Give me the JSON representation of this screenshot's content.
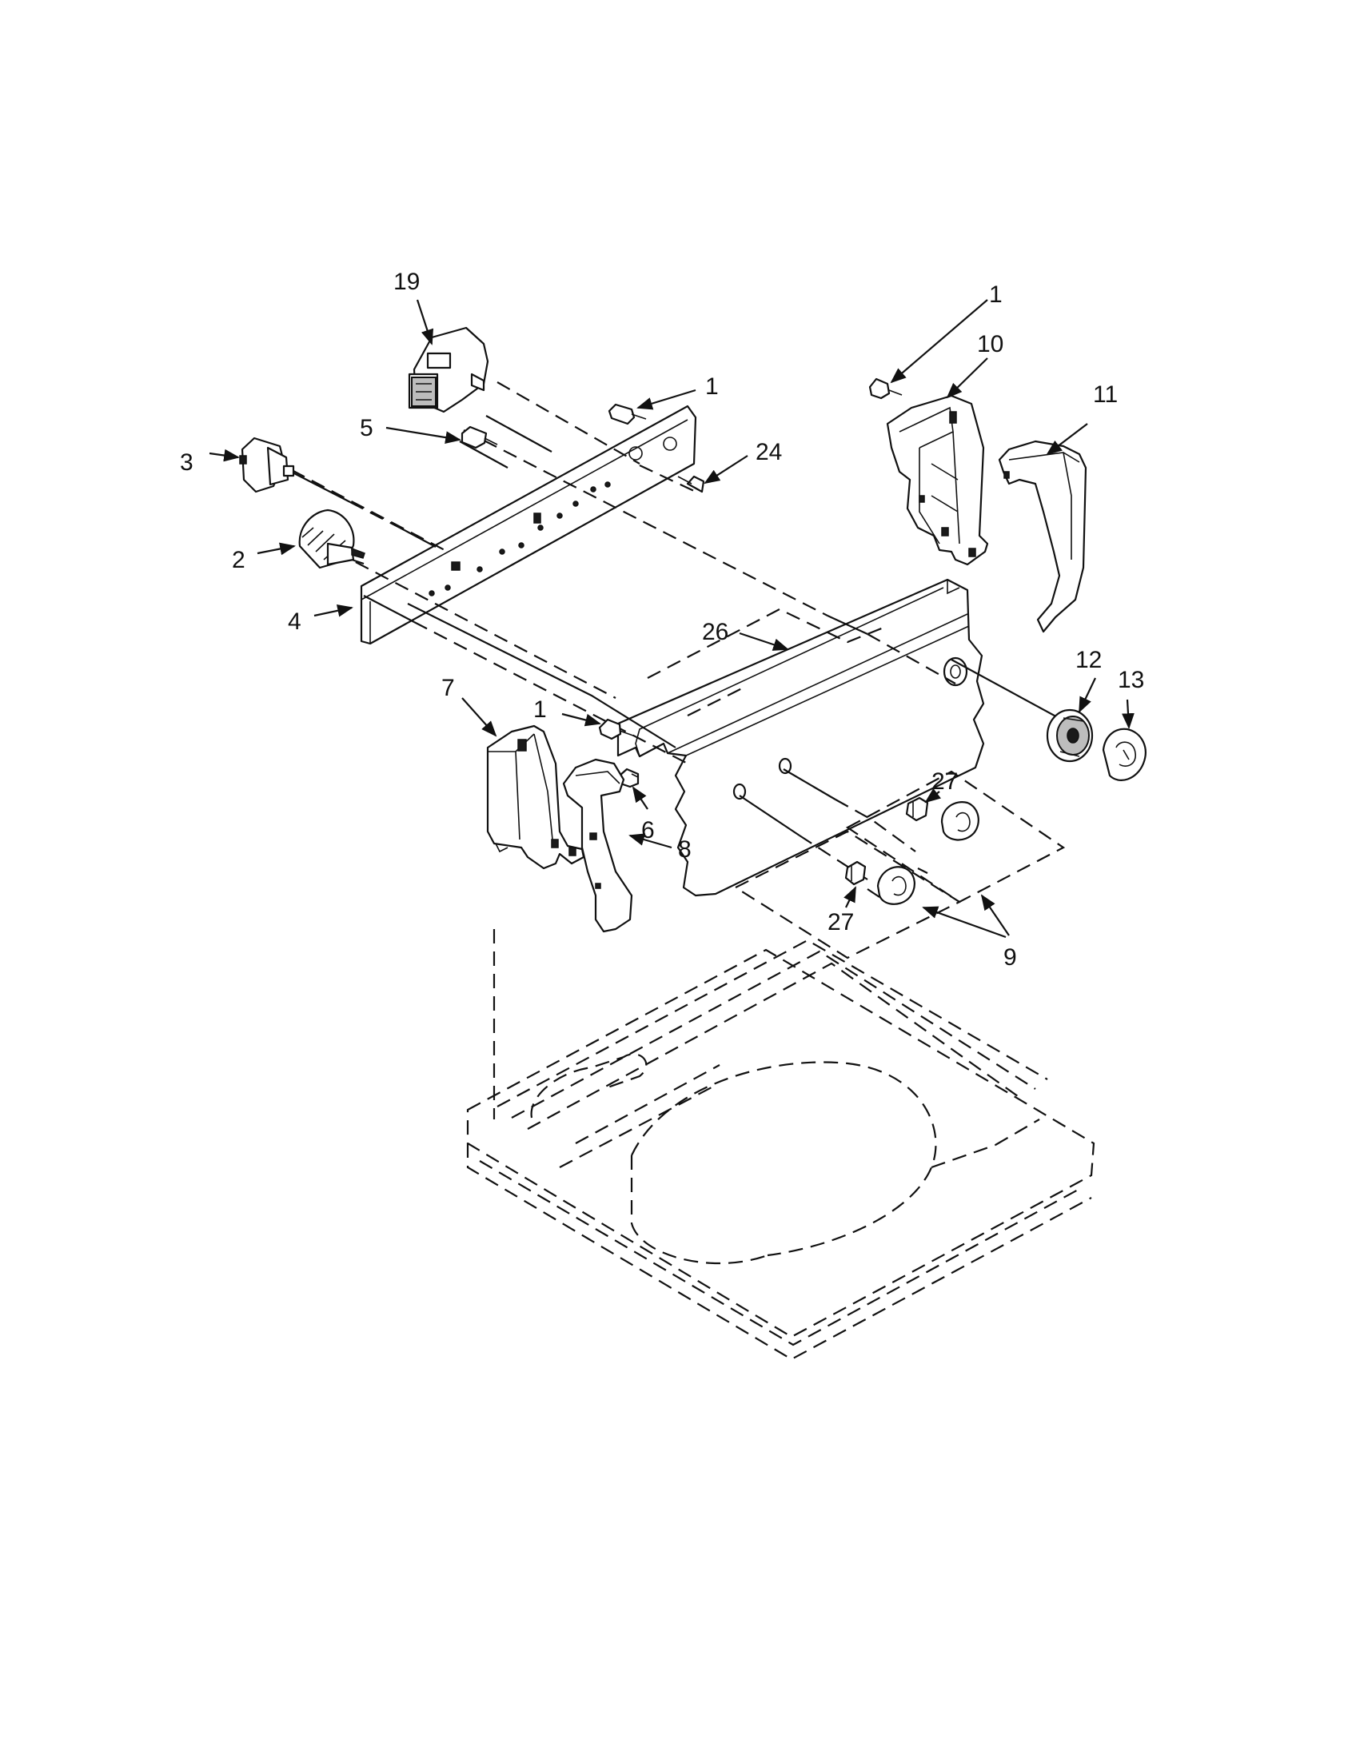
{
  "callouts": {
    "c1a": "1",
    "c1b": "1",
    "c1c": "1",
    "c2": "2",
    "c3": "3",
    "c4": "4",
    "c5": "5",
    "c6": "6",
    "c7": "7",
    "c8": "8",
    "c9": "9",
    "c10": "10",
    "c11": "11",
    "c12": "12",
    "c13": "13",
    "c19": "19",
    "c24": "24",
    "c26": "26",
    "c27a": "27",
    "c27b": "27"
  }
}
